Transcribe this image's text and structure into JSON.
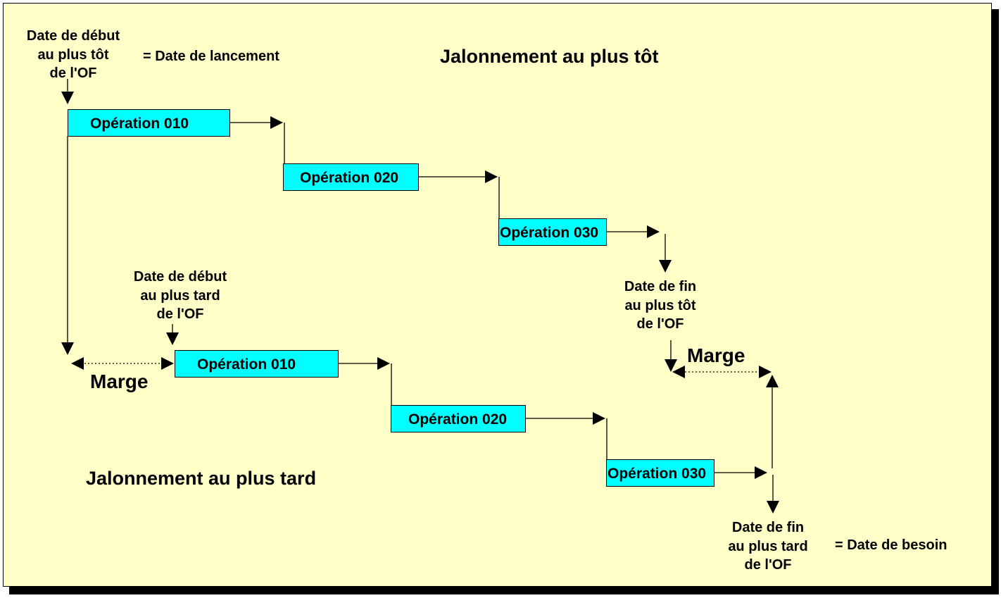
{
  "colors": {
    "background": "#ffffc8",
    "operation_box": "#00ffff",
    "stroke": "#000000"
  },
  "titles": {
    "early": "Jalonnement au plus tôt",
    "late": "Jalonnement au plus tard"
  },
  "labels": {
    "early_start": [
      "Date de début",
      "au plus tôt",
      "de l'OF"
    ],
    "launch_date": "= Date de lancement",
    "late_start": [
      "Date de début",
      "au plus tard",
      "de l'OF"
    ],
    "early_end": [
      "Date de fin",
      "au plus tôt",
      "de l'OF"
    ],
    "late_end": [
      "Date de fin",
      "au plus tard",
      "de l'OF"
    ],
    "need_date": "= Date de besoin",
    "margin_left": "Marge",
    "margin_right": "Marge"
  },
  "early_operations": [
    "Opération 010",
    "Opération 020",
    "Opération 030"
  ],
  "late_operations": [
    "Opération 010",
    "Opération 020",
    "Opération 030"
  ]
}
